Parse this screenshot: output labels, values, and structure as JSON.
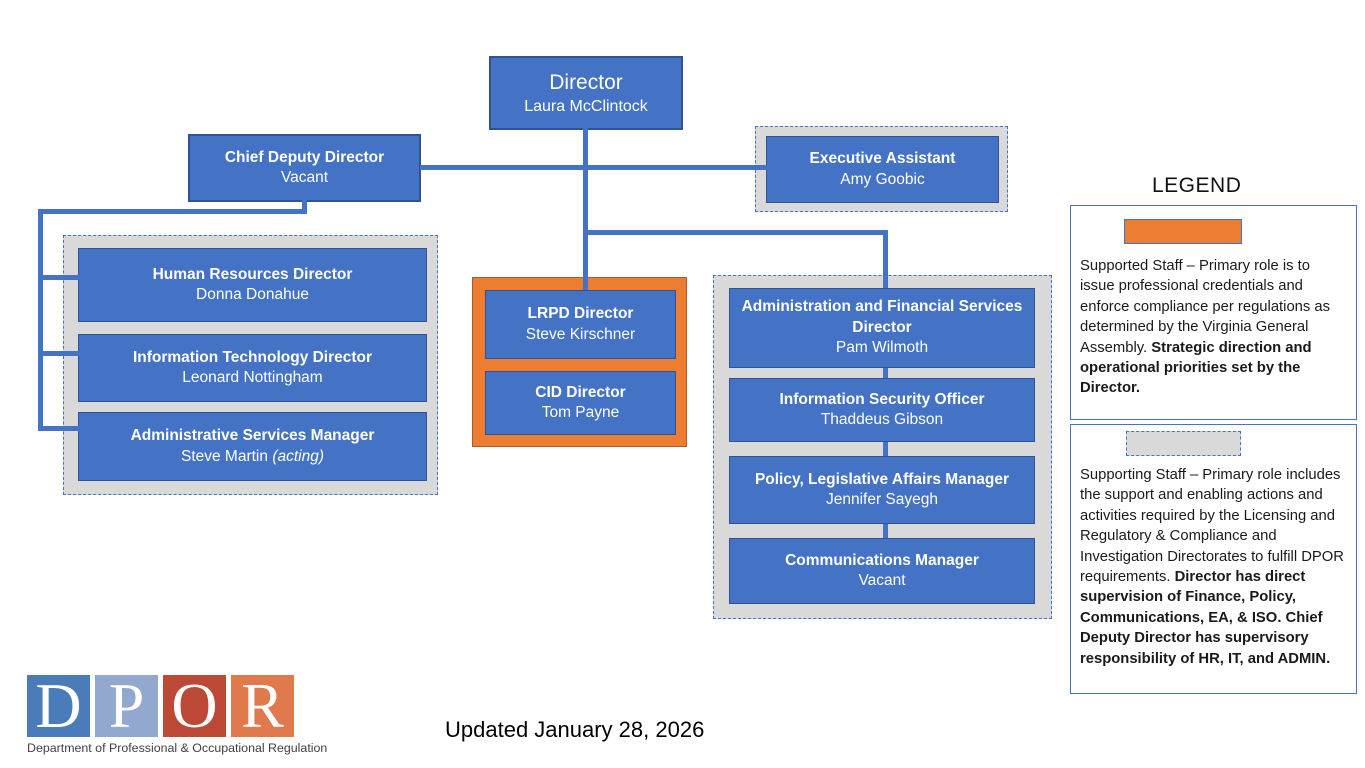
{
  "org": {
    "director": {
      "title": "Director",
      "name": "Laura McClintock"
    },
    "chief_deputy_director": {
      "title": "Chief Deputy Director",
      "name": "Vacant"
    },
    "executive_assistant": {
      "title": "Executive Assistant",
      "name": "Amy Goobic"
    },
    "hr": {
      "title": "Human Resources Director",
      "name": "Donna Donahue"
    },
    "it": {
      "title": "Information Technology Director",
      "name": "Leonard Nottingham"
    },
    "admin": {
      "title": "Administrative Services Manager",
      "name": "Steve Martin",
      "name_note": "(acting)"
    },
    "lrpd": {
      "title": "LRPD Director",
      "name": "Steve Kirschner"
    },
    "cid": {
      "title": "CID Director",
      "name": "Tom Payne"
    },
    "afs": {
      "title": "Administration and Financial Services Director",
      "name": "Pam Wilmoth"
    },
    "iso": {
      "title": "Information Security Officer",
      "name": "Thaddeus Gibson"
    },
    "policy": {
      "title": "Policy, Legislative Affairs Manager",
      "name": "Jennifer Sayegh"
    },
    "comms": {
      "title": "Communications Manager",
      "name": "Vacant"
    }
  },
  "legend": {
    "heading": "LEGEND",
    "supported_staff": {
      "text": "Supported Staff – Primary role is to issue professional credentials and enforce compliance per regulations as determined by the Virginia General Assembly.  ",
      "bold_text": "Strategic direction and operational priorities set by the Director."
    },
    "supporting_staff": {
      "text": "Supporting Staff – Primary role includes the support and enabling actions and activities required by the Licensing and Regulatory & Compliance and Investigation Directorates to fulfill DPOR requirements. ",
      "bold_text": "Director has direct supervision of Finance, Policy, Communications, EA, & ISO. Chief Deputy Director has supervisory responsibility of HR, IT, and ADMIN."
    }
  },
  "footer": {
    "updated_text": "Updated January 28, 2026",
    "logo": {
      "letters": [
        "D",
        "P",
        "O",
        "R"
      ],
      "caption": "Department of Professional & Occupational Regulation"
    }
  },
  "colors": {
    "node_blue": "#4472C4",
    "node_border": "#2F5496",
    "connector_blue": "#4472C4",
    "supported_orange": "#ED7D31",
    "supporting_gray": "#D9D9D9",
    "group_orange_border": "#A65E2E",
    "logo_d": "#4A7CB9",
    "logo_p": "#93A8CF",
    "logo_o": "#BB4936",
    "logo_r": "#E0794B"
  }
}
